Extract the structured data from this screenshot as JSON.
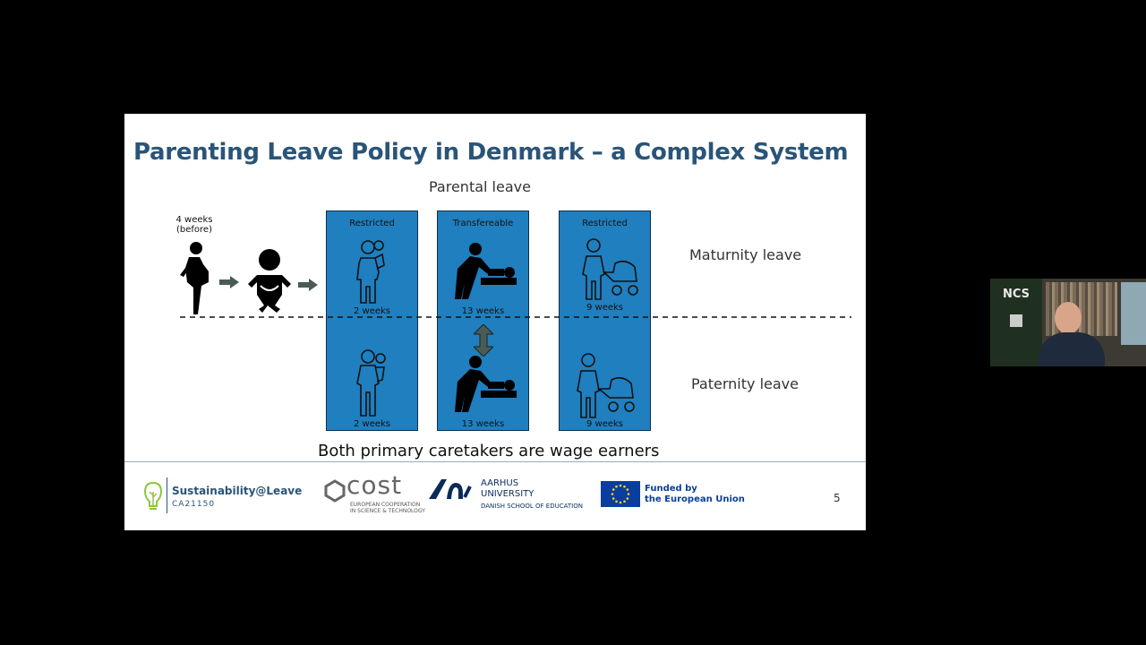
{
  "slide": {
    "title": "Parenting Leave Policy in Denmark – a Complex System",
    "subtitle": "Parental leave",
    "before_weeks": "4 weeks",
    "before_note": "(before)",
    "row_labels": {
      "top": "Maturnity leave",
      "bottom": "Paternity leave"
    },
    "boxes": [
      {
        "header": "Restricted",
        "top_weeks": "2 weeks",
        "bottom_weeks": "2 weeks"
      },
      {
        "header": "Transfereable",
        "top_weeks": "13 weeks",
        "bottom_weeks": "13 weeks"
      },
      {
        "header": "Restricted",
        "top_weeks": "9 weeks",
        "bottom_weeks": "9 weeks"
      }
    ],
    "caption": "Both primary caretakers are wage earners",
    "page_number": "5"
  },
  "footer": {
    "project_name": "Sustainability@Leave",
    "project_code": "CA21150",
    "cost_name": "cost",
    "cost_tagline_1": "EUROPEAN COOPERATION",
    "cost_tagline_2": "IN SCIENCE & TECHNOLOGY",
    "au_line1": "AARHUS",
    "au_line2": "UNIVERSITY",
    "au_line3": "DANISH SCHOOL OF EDUCATION",
    "eu_line1": "Funded by",
    "eu_line2": "the European Union"
  },
  "webcam": {
    "sign_text": "NCS"
  },
  "colors": {
    "title": "#2a5478",
    "box_fill": "#1f7fbf",
    "box_border": "#0c2e4c",
    "eu_blue": "#0a3e9e",
    "au_blue": "#0a2a5a"
  }
}
